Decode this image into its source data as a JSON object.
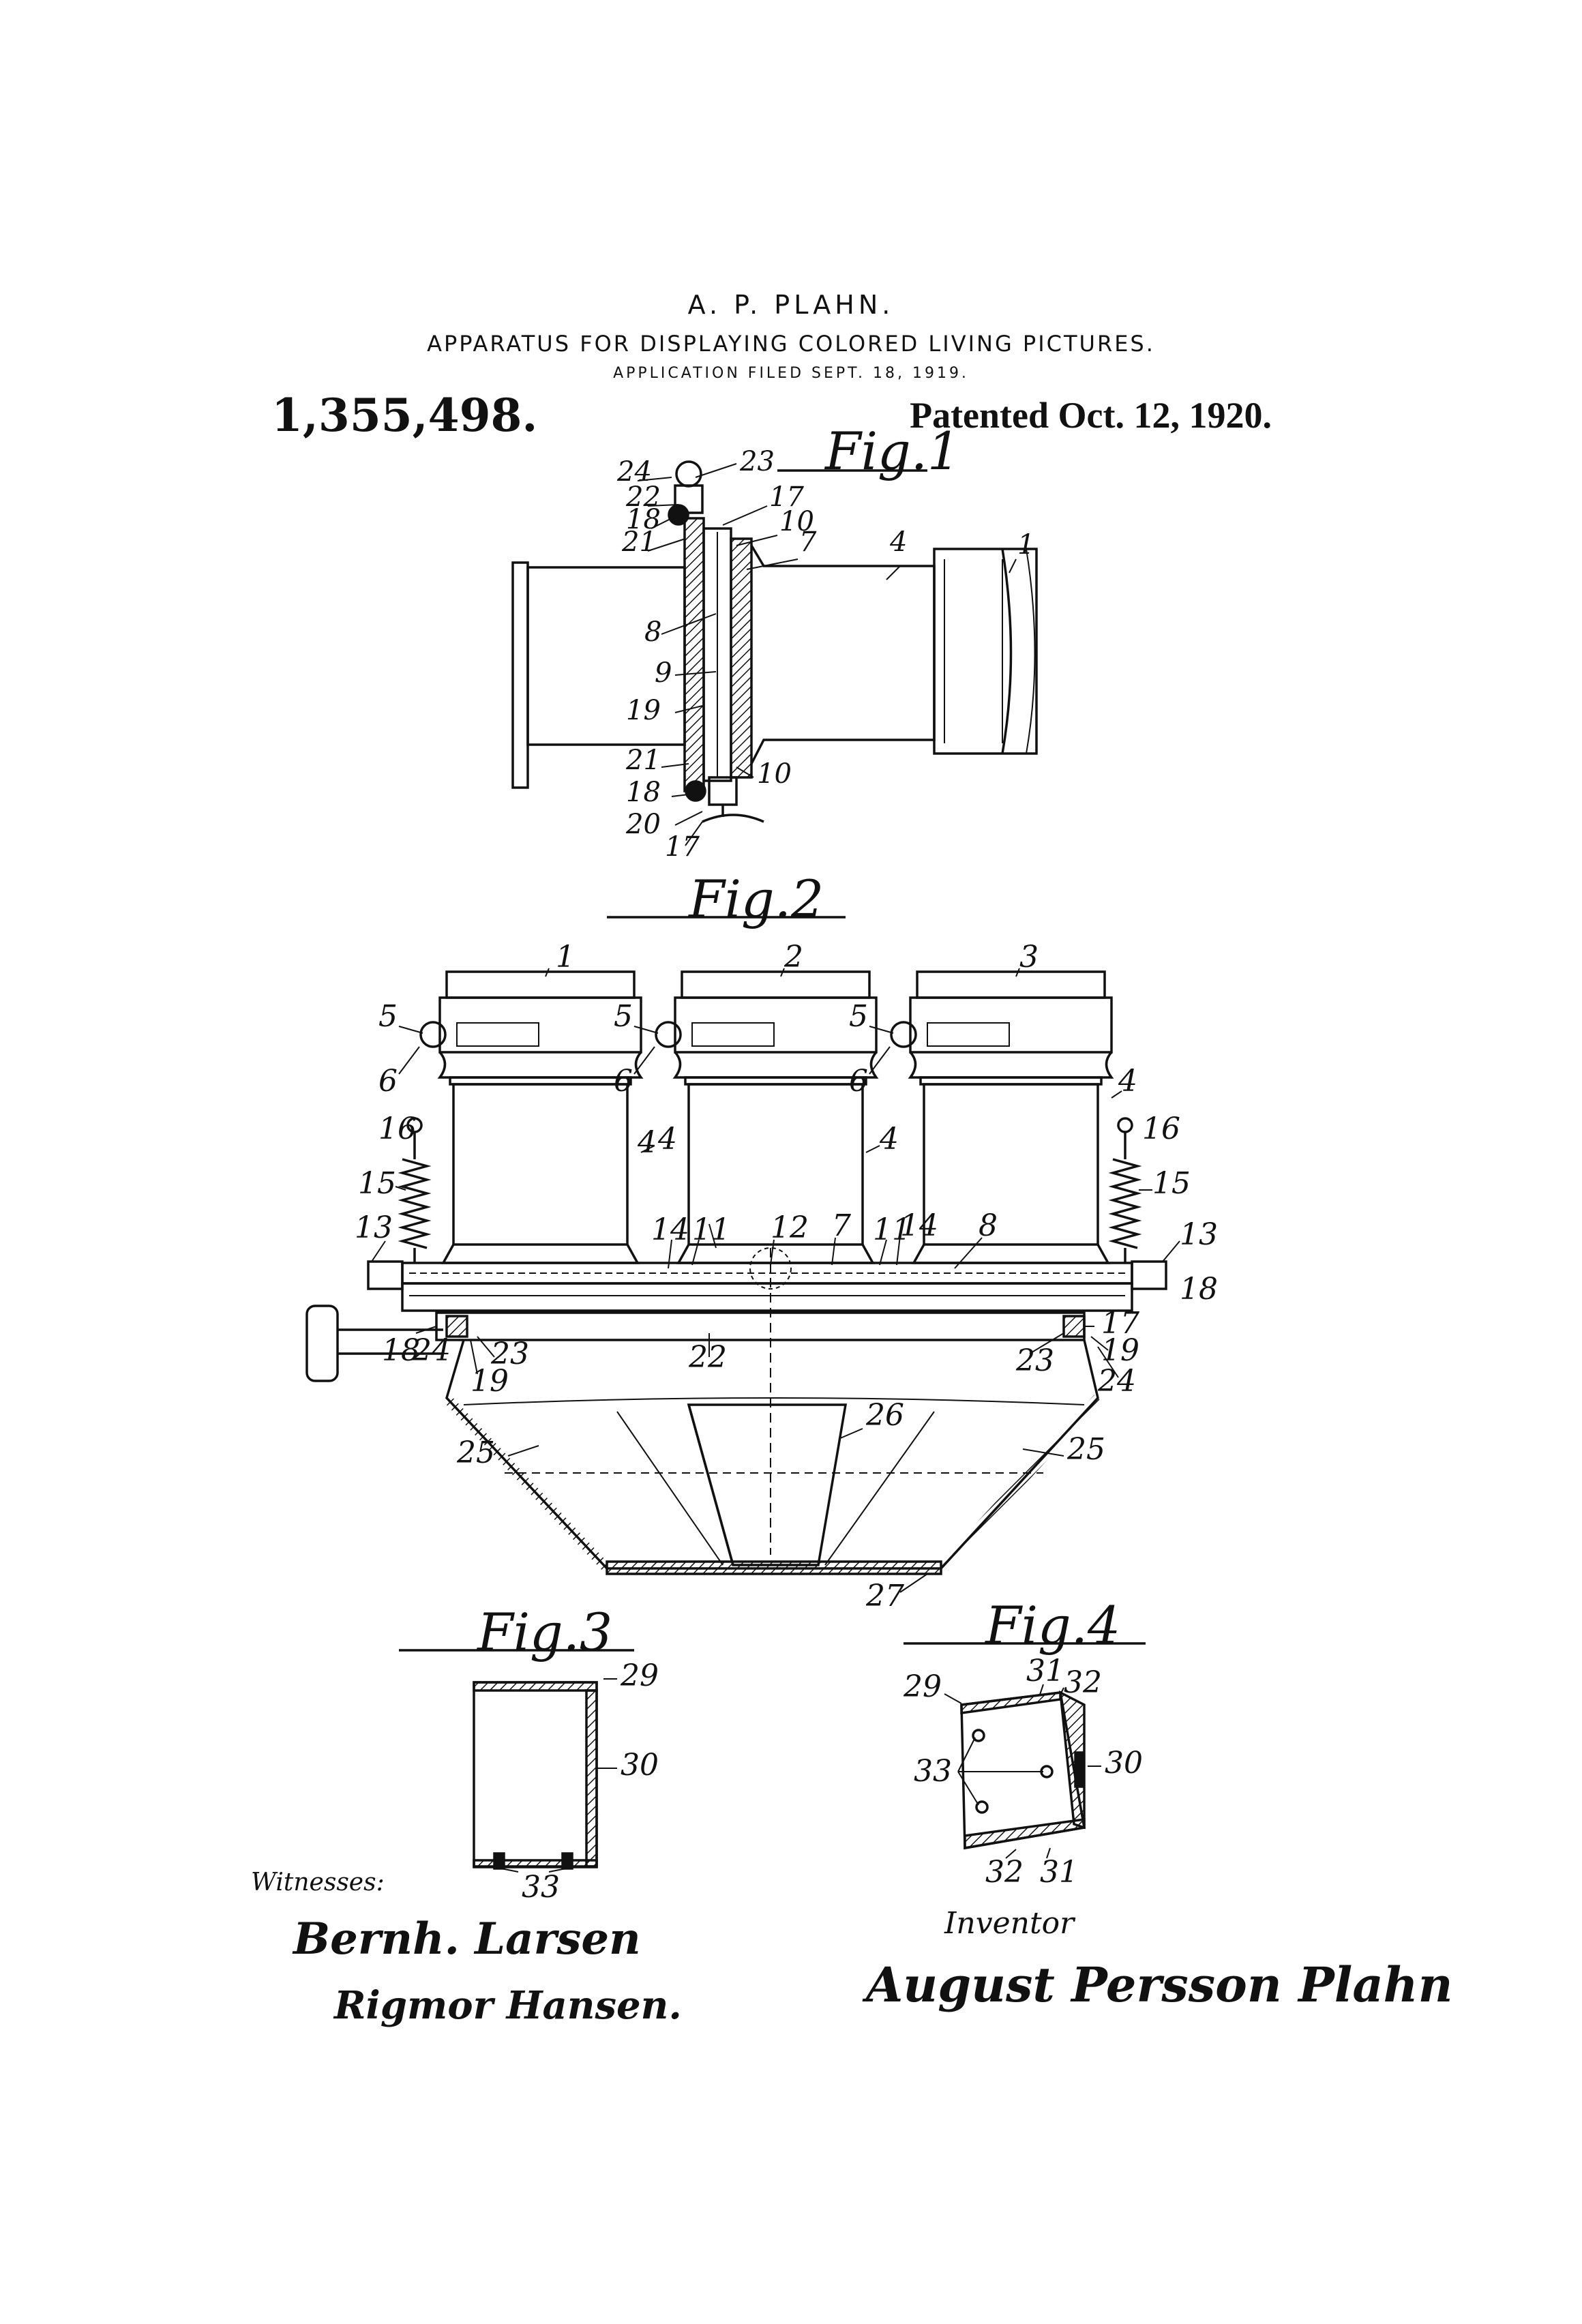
{
  "header": {
    "inventor_name": "A. P. PLAHN.",
    "title": "APPARATUS FOR DISPLAYING COLORED LIVING PICTURES.",
    "application": "APPLICATION FILED SEPT. 18, 1919.",
    "patent_number": "1,355,498.",
    "patented": "Patented Oct. 12, 1920."
  },
  "figures": {
    "fig1": "Fig.1",
    "fig2": "Fig.2",
    "fig3": "Fig.3",
    "fig4": "Fig.4"
  },
  "fig1_labels": [
    "24",
    "23",
    "22",
    "17",
    "18",
    "10",
    "21",
    "7",
    "4",
    "1",
    "8",
    "9",
    "19",
    "21",
    "18",
    "20",
    "17",
    "10"
  ],
  "fig2_labels": [
    "1",
    "2",
    "3",
    "5",
    "5",
    "5",
    "6",
    "6",
    "6",
    "4",
    "4",
    "4",
    "4",
    "16",
    "16",
    "15",
    "15",
    "13",
    "13",
    "14",
    "11",
    "12",
    "7",
    "11",
    "14",
    "8",
    "18",
    "18",
    "24",
    "23",
    "19",
    "22",
    "23",
    "17",
    "19",
    "24",
    "26",
    "25",
    "25",
    "27"
  ],
  "fig3_labels": [
    "29",
    "30",
    "33"
  ],
  "fig4_labels": [
    "29",
    "31",
    "32",
    "33",
    "30",
    "32",
    "31"
  ],
  "signatures": {
    "witnesses_caption": "Witnesses:",
    "witness_1": "Bernh. Larsen",
    "witness_2": "Rigmor Hansen.",
    "inventor_caption": "Inventor",
    "inventor_signature": "August Persson Plahn"
  }
}
